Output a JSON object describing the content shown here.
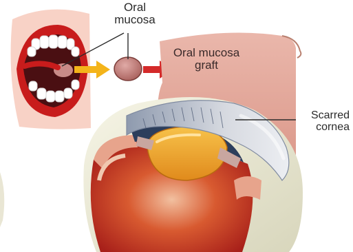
{
  "labels": {
    "oral_mucosa": [
      "Oral",
      "mucosa"
    ],
    "graft": [
      "Oral mucosa",
      "graft"
    ],
    "scarred_cornea": [
      "Scarred",
      "cornea"
    ]
  },
  "colors": {
    "skin_panel": "#f8d0c4",
    "lips": "#c81c1c",
    "teeth": "#ffffff",
    "tissue": "#c98b88",
    "arrow_yellow": "#f4b41a",
    "arrow_red": "#d42a2a",
    "graft_panel": "#e6a89c",
    "lens": "#f0a530",
    "eye_inner": "#c0301c",
    "cornea": "#c8ccd6",
    "sclera": "#f0efdc"
  }
}
